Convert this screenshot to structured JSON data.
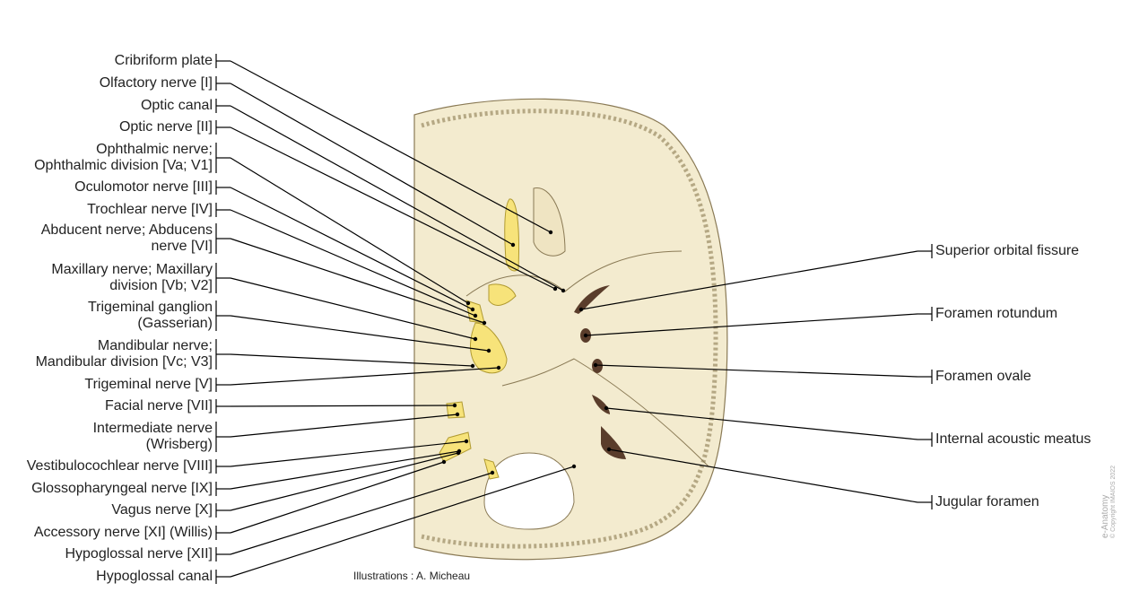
{
  "left_labels": [
    {
      "text": "Cribriform plate"
    },
    {
      "text": "Olfactory nerve [I]"
    },
    {
      "text": "Optic canal"
    },
    {
      "text": "Optic nerve [II]"
    },
    {
      "text": "Ophthalmic nerve;\nOphthalmic division [Va; V1]"
    },
    {
      "text": "Oculomotor nerve [III]"
    },
    {
      "text": "Trochlear nerve [IV]"
    },
    {
      "text": "Abducent nerve; Abducens\nnerve [VI]"
    },
    {
      "text": "Maxillary nerve; Maxillary\ndivision [Vb; V2]"
    },
    {
      "text": "Trigeminal ganglion\n(Gasserian)"
    },
    {
      "text": "Mandibular nerve;\nMandibular division [Vc; V3]"
    },
    {
      "text": "Trigeminal nerve [V]"
    },
    {
      "text": "Facial nerve [VII]"
    },
    {
      "text": "Intermediate nerve\n(Wrisberg)"
    },
    {
      "text": "Vestibulocochlear nerve [VIII]"
    },
    {
      "text": "Glossopharyngeal nerve [IX]"
    },
    {
      "text": "Vagus nerve [X]"
    },
    {
      "text": "Accessory nerve [XI] (Willis)"
    },
    {
      "text": "Hypoglossal nerve [XII]"
    },
    {
      "text": "Hypoglossal canal"
    }
  ],
  "right_labels": [
    {
      "text": "Superior orbital fissure"
    },
    {
      "text": "Foramen rotundum"
    },
    {
      "text": "Foramen ovale"
    },
    {
      "text": "Internal acoustic meatus"
    },
    {
      "text": "Jugular foramen"
    }
  ],
  "credit": "Illustrations : A. Micheau",
  "watermark": {
    "brand": "e-Anatomy",
    "copyright": "© Copyright IMAIOS 2022"
  },
  "colors": {
    "bone": "#f3ebcf",
    "nerve": "#f7e37a",
    "foramen": "#5a3d2b",
    "line": "#000000"
  }
}
